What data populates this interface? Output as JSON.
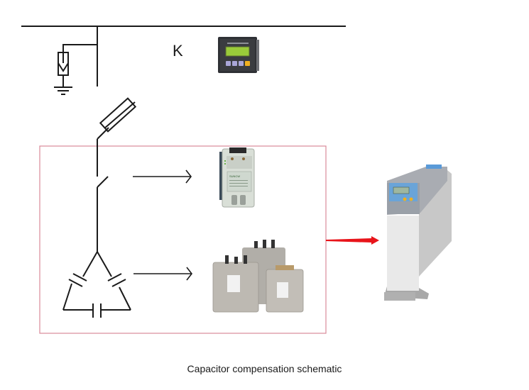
{
  "diagram": {
    "title": "Capacitor compensation schematic",
    "controller_label": "K",
    "switch_brand": "SUNCW",
    "colors": {
      "line": "#1a1a1a",
      "box_border": "#d88a9a",
      "arrow_red": "#e8141a",
      "controller_body": "#3a3c40",
      "controller_screen": "#9acb3a",
      "switch_body": "#d9dfd7",
      "capacitor_body": "#b9b6b0",
      "smart_capacitor_panel": "#6aa4d8"
    },
    "components": [
      {
        "name": "busbar",
        "icon": "busbar-line"
      },
      {
        "name": "surge-arrester",
        "icon": "arrester-icon"
      },
      {
        "name": "ground",
        "icon": "ground-icon"
      },
      {
        "name": "fuse",
        "icon": "fuse-icon"
      },
      {
        "name": "switch",
        "icon": "switch-icon"
      },
      {
        "name": "delta-capacitor-bank",
        "icon": "capacitor-delta-icon"
      },
      {
        "name": "reactive-power-controller",
        "icon": "controller-photo"
      },
      {
        "name": "thyristor-switch-module",
        "icon": "switch-module-photo"
      },
      {
        "name": "power-capacitors",
        "icon": "capacitor-photo"
      },
      {
        "name": "smart-capacitor",
        "icon": "smart-capacitor-photo"
      }
    ]
  }
}
